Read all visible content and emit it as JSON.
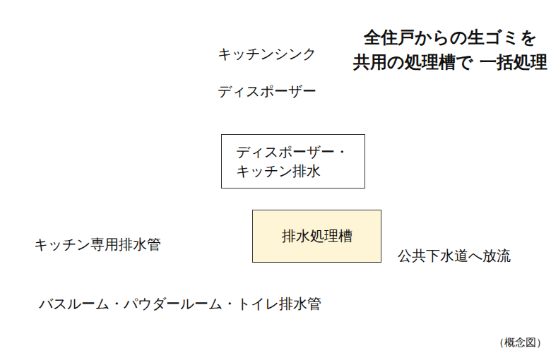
{
  "diagram": {
    "title": "全住戸からの生ゴミを 共用の処理槽で 一括処理",
    "caption": "（概念図）",
    "nodes": [
      {
        "text": [
          "ディスポーザー・ キッチン排水"
        ]
      },
      {
        "text": [
          "排水処理槽"
        ]
      }
    ],
    "labels": [
      "キッチンシンク",
      "ディスポーザー",
      "キッチン専用排水管",
      "公共下水道へ放流",
      "バスルーム・パウダールーム・トイレ排水管"
    ]
  }
}
